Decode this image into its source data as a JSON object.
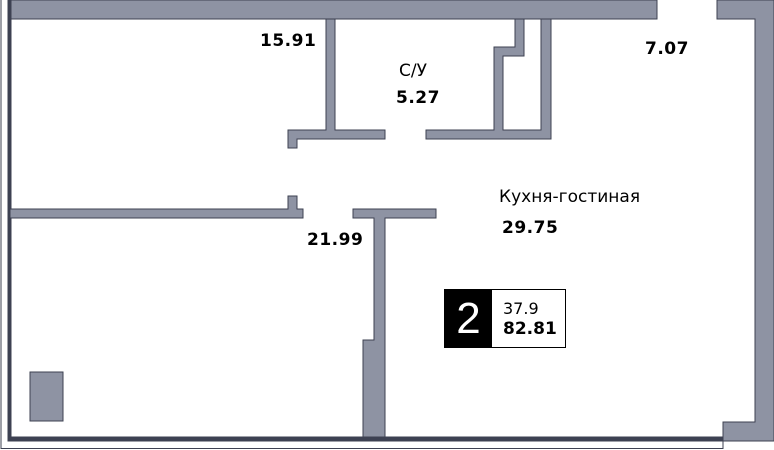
{
  "plan": {
    "wall_fill": "#8e93a3",
    "wall_stroke": "#3d4152",
    "rooms": [
      {
        "id": "room-top-left",
        "area": "15.91"
      },
      {
        "id": "bathroom",
        "name": "С/У",
        "area": "5.27"
      },
      {
        "id": "room-top-right",
        "area": "7.07"
      },
      {
        "id": "kitchen-living",
        "name": "Кухня-гостиная",
        "area": "29.75"
      },
      {
        "id": "room-bottom-left",
        "area": "21.99"
      }
    ],
    "badge": {
      "rooms_count": "2",
      "living_area": "37.9",
      "total_area": "82.81"
    }
  }
}
